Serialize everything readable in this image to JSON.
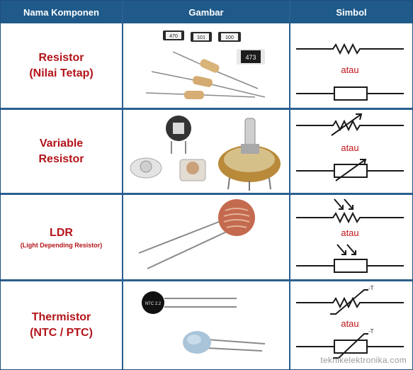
{
  "header": {
    "col1": "Nama Komponen",
    "col2": "Gambar",
    "col3": "Simbol"
  },
  "rows": [
    {
      "name_line1": "Resistor",
      "name_line2": "(Nilai Tetap)",
      "atau": "atau",
      "smd_codes": [
        "470",
        "101",
        "100",
        "473"
      ]
    },
    {
      "name_line1": "Variable",
      "name_line2": "Resistor",
      "atau": "atau"
    },
    {
      "name_line1": "LDR",
      "name_line2": "(Light Depending Resistor)",
      "atau": "atau"
    },
    {
      "name_line1": "Thermistor",
      "name_line2": "(NTC / PTC)",
      "atau": "atau",
      "thermistor_label": "-T",
      "ntc_body_text": "NTC 2.2"
    }
  ],
  "watermark": "teknikelektronika.com",
  "colors": {
    "header_bg": "#1f5a8a",
    "name_text": "#b3141a",
    "grid": "#2b5f8f"
  }
}
